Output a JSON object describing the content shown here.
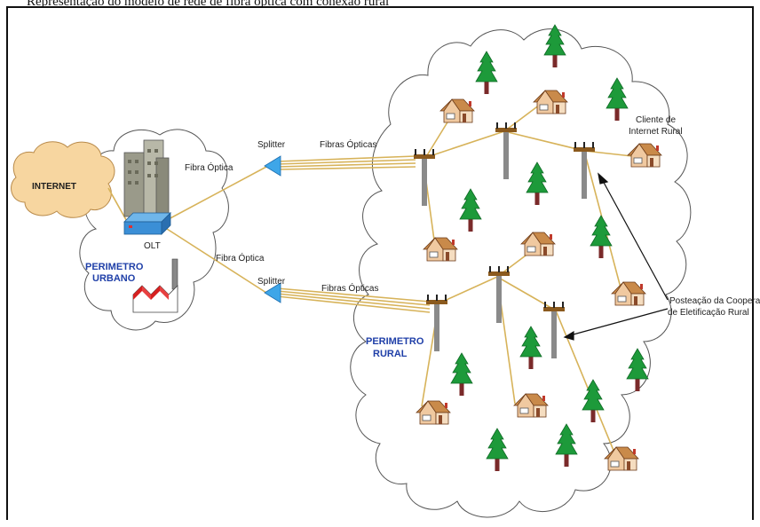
{
  "caption": "Representação do modelo de rede de fibra óptica com conexão rural",
  "labels": {
    "internet": "INTERNET",
    "olt": "OLT",
    "urban_perimeter_line1": "PERIMETRO",
    "urban_perimeter_line2": "URBANO",
    "rural_perimeter_line1": "PERIMETRO",
    "rural_perimeter_line2": "RURAL",
    "fiber_upper": "Fibra Óptica",
    "fiber_lower": "Fibra Óptica",
    "splitter_upper": "Splitter",
    "splitter_lower": "Splitter",
    "fibers_upper": "Fibras Ópticas",
    "fibers_lower": "Fibras Ópticas",
    "client_line1": "Cliente de",
    "client_line2": "Internet Rural",
    "poles_line1": "Posteação da Cooperati",
    "poles_line2": "de Eletificação Rural"
  },
  "colors": {
    "fiber": "#d7b35a",
    "cloud": "#ffffff",
    "internet_cloud": "#f7d6a0",
    "tree": "#1d9a3a",
    "trunk": "#7a2a2a",
    "splitter": "#3ea6e8",
    "pole": "#8a8a8a"
  }
}
